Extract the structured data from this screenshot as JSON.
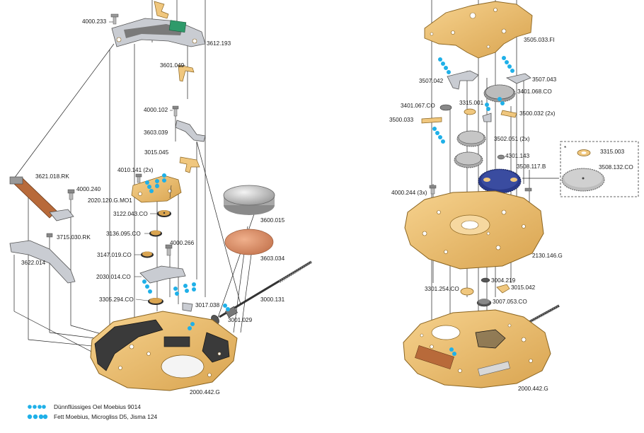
{
  "parts_left": [
    {
      "id": "p-4000-233",
      "text": "4000.233"
    },
    {
      "id": "p-3612-193",
      "text": "3612.193"
    },
    {
      "id": "p-3601-049",
      "text": "3601.049"
    },
    {
      "id": "p-4000-102",
      "text": "4000.102"
    },
    {
      "id": "p-3603-039",
      "text": "3603.039"
    },
    {
      "id": "p-3015-045",
      "text": "3015.045"
    },
    {
      "id": "p-4010-141",
      "text": "4010.141 (2x)"
    },
    {
      "id": "p-3621-018",
      "text": "3621.018.RK"
    },
    {
      "id": "p-4000-240",
      "text": "4000.240"
    },
    {
      "id": "p-2020-120",
      "text": "2020.120.G.MO1"
    },
    {
      "id": "p-3122-043",
      "text": "3122.043.CO"
    },
    {
      "id": "p-3715-030",
      "text": "3715.030.RK"
    },
    {
      "id": "p-3136-095",
      "text": "3136.095.CO"
    },
    {
      "id": "p-4000-266",
      "text": "4000.266"
    },
    {
      "id": "p-3622-014",
      "text": "3622.014"
    },
    {
      "id": "p-3147-019",
      "text": "3147.019.CO"
    },
    {
      "id": "p-2030-014",
      "text": "2030.014.CO"
    },
    {
      "id": "p-3305-294",
      "text": "3305.294.CO"
    },
    {
      "id": "p-3017-038",
      "text": "3017.038"
    },
    {
      "id": "p-3001-029",
      "text": "3001.029"
    },
    {
      "id": "p-3000-131",
      "text": "3000.131"
    },
    {
      "id": "p-3600-015",
      "text": "3600.015"
    },
    {
      "id": "p-3603-034",
      "text": "3603.034"
    },
    {
      "id": "p-2000-442-left",
      "text": "2000.442.G"
    }
  ],
  "parts_right": [
    {
      "id": "p-3505-033",
      "text": "3505.033.FI"
    },
    {
      "id": "p-3507-042",
      "text": "3507.042"
    },
    {
      "id": "p-3507-043",
      "text": "3507.043"
    },
    {
      "id": "p-3401-068",
      "text": "3401.068.CO"
    },
    {
      "id": "p-3401-067",
      "text": "3401.067.CO"
    },
    {
      "id": "p-3315-001",
      "text": "3315.001"
    },
    {
      "id": "p-3500-032",
      "text": "3500.032 (2x)"
    },
    {
      "id": "p-3500-033",
      "text": "3500.033"
    },
    {
      "id": "p-3502-051",
      "text": "3502.051 (2x)"
    },
    {
      "id": "p-4301-143",
      "text": "4301.143"
    },
    {
      "id": "p-3508-117",
      "text": "3508.117.B"
    },
    {
      "id": "p-3315-003",
      "text": "3315.003"
    },
    {
      "id": "p-3508-132",
      "text": "3508.132.CO"
    },
    {
      "id": "p-4000-244",
      "text": "4000.244 (3x)"
    },
    {
      "id": "p-2130-146",
      "text": "2130.146.G"
    },
    {
      "id": "p-3004-219",
      "text": "3004.219"
    },
    {
      "id": "p-3301-254",
      "text": "3301.254.CO"
    },
    {
      "id": "p-3015-042",
      "text": "3015.042"
    },
    {
      "id": "p-3007-053",
      "text": "3007.053.CO"
    },
    {
      "id": "p-2000-442-right",
      "text": "2000.442.G"
    }
  ],
  "inset_marker": "*",
  "legend": [
    {
      "text": "Dünnflüssiges Oel Moebius 9014"
    },
    {
      "text": "Fett Moebius, Microgliss D5, Jisma 124"
    }
  ],
  "colors": {
    "brass": "#e6b86a",
    "oil": "#1fb0e8",
    "battery": "#c8c8c8",
    "insulator": "#d8906a",
    "date_disc": "#2a3a8a"
  }
}
